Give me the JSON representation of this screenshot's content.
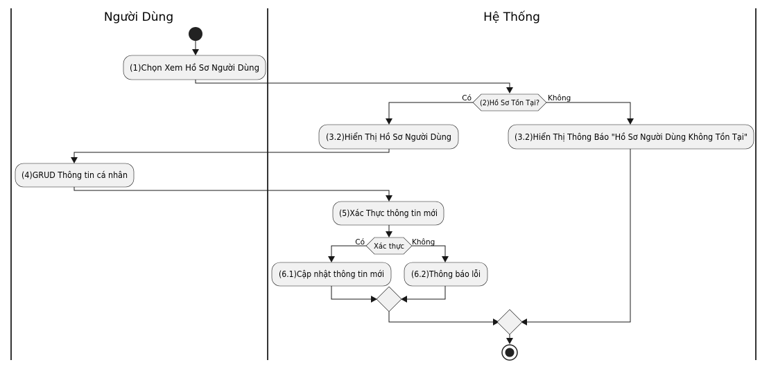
{
  "swimlanes": {
    "user": {
      "title": "Người Dùng"
    },
    "system": {
      "title": "Hệ Thống"
    }
  },
  "activities": {
    "a1": "(1)Chọn Xem Hồ Sơ Người Dùng",
    "a32_show": "(3.2)Hiển Thị Hồ Sơ Người Dùng",
    "a32_notice": "(3.2)Hiển Thị Thông Báo \"Hồ Sơ Người Dùng Không Tồn Tại\"",
    "a4": "(4)GRUD Thông tin cá nhân",
    "a5": "(5)Xác Thực thông tin mới",
    "a61": "(6.1)Cập nhật thông tin mới",
    "a62": "(6.2)Thông báo lỗi"
  },
  "decisions": {
    "d2": {
      "label": "(2)Hồ Sơ Tồn Tại?",
      "yes": "Có",
      "no": "Không"
    },
    "d6": {
      "label": "Xác thực",
      "yes": "Có",
      "no": "Không"
    }
  },
  "colors": {
    "node_fill": "#f1f1f1",
    "stroke": "#181818",
    "start_end": "#222222"
  }
}
